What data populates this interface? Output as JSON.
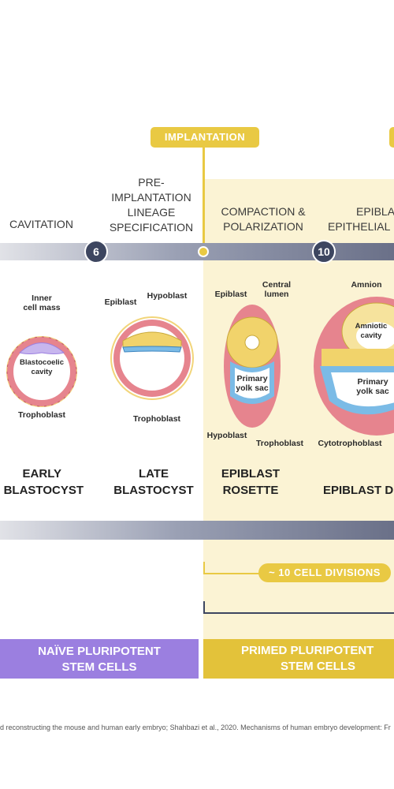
{
  "stages": {
    "cavitation": "CAVITATION",
    "pre_implantation": [
      "PRE-",
      "IMPLANTATION",
      "LINEAGE",
      "SPECIFICATION"
    ],
    "compaction": [
      "COMPACTION &",
      "POLARIZATION"
    ],
    "epiblast_epithelial": [
      "EPIBLA",
      "EPITHELIAL"
    ]
  },
  "implantation_label": "IMPLANTATION",
  "badges": [
    "6",
    "10"
  ],
  "labels": {
    "inner_cell_mass": [
      "Inner",
      "cell mass"
    ],
    "blastocoelic_cavity": [
      "Blastocoelic",
      "cavity"
    ],
    "trophoblast": "Trophoblast",
    "epiblast": "Epiblast",
    "hypoblast": "Hypoblast",
    "central_lumen": [
      "Central",
      "lumen"
    ],
    "primary_yolk_sac": [
      "Primary",
      "yolk sac"
    ],
    "amnion": "Amnion",
    "amniotic_cavity": [
      "Amniotic",
      "cavity"
    ],
    "cytotrophoblast": "Cytotrophoblast"
  },
  "embryo_names": {
    "early_blastocyst": [
      "EARLY",
      "BLASTOCYST"
    ],
    "late_blastocyst": [
      "LATE",
      "BLASTOCYST"
    ],
    "epiblast_rosette": [
      "EPIBLAST",
      "ROSETTE"
    ],
    "epiblast_d": "EPIBLAST D"
  },
  "cell_divisions": "~ 10 CELL DIVISIONS",
  "naive_banner": [
    "NAÏVE PLURIPOTENT",
    "STEM CELLS"
  ],
  "primed_banner": [
    "PRIMED PLURIPOTENT",
    "STEM CELLS"
  ],
  "citation": "d reconstructing the mouse and human early embryo; Shahbazi et al., 2020. Mechanisms of human embryo development: Fr",
  "colors": {
    "beige": "#fbf3d4",
    "gold": "#e9c943",
    "navy": "#3d4660",
    "purple": "#9b7fe0",
    "trophoblast": "#e6848e",
    "epiblast": "#f1d36b",
    "hypoblast": "#7bbbe6"
  }
}
